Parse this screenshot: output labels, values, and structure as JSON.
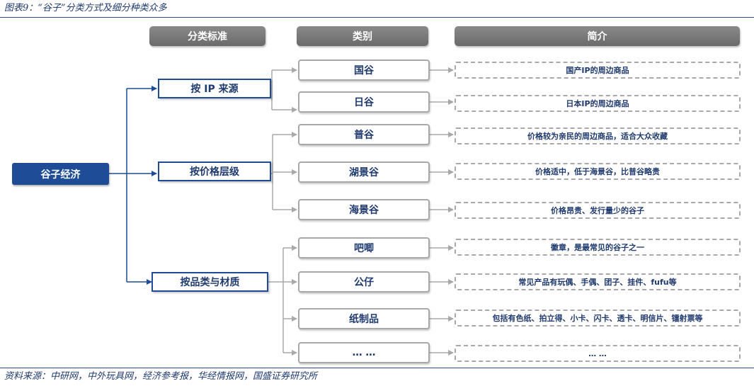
{
  "caption": "图表9：“谷子”分类方式及细分种类众多",
  "source": "资料来源：中研网，中外玩具网，经济参考报，华经情报网，国盛证券研究所",
  "headers": {
    "standard": "分类标准",
    "category": "类别",
    "intro": "简介"
  },
  "root": "谷子经济",
  "standards": [
    {
      "label": "按 IP 来源"
    },
    {
      "label": "按价格层级"
    },
    {
      "label": "按品类与材质"
    }
  ],
  "classes": [
    {
      "name": "国谷",
      "intro": "国产IP的周边商品"
    },
    {
      "name": "日谷",
      "intro": "日本IP的周边商品"
    },
    {
      "name": "普谷",
      "intro": "价格较为亲民的周边商品，适合大众收藏"
    },
    {
      "name": "湖景谷",
      "intro": "价格适中，低于海景谷，比普谷略贵"
    },
    {
      "name": "海景谷",
      "intro": "价格昂贵、发行量少的谷子"
    },
    {
      "name": "吧唧",
      "intro": "徽章，是最常见的谷子之一"
    },
    {
      "name": "公仔",
      "intro": "常见产品有玩偶、手偶、团子、挂件、fufu等"
    },
    {
      "name": "纸制品",
      "intro": "包括有色纸、拍立得、小卡、闪卡、透卡、明信片、镭射票等"
    },
    {
      "name": "… …",
      "intro": "… …"
    }
  ],
  "colors": {
    "accent": "#1f4c96",
    "header_gray": "#7a7a7a",
    "connector_gray": "#a8a8a8"
  }
}
